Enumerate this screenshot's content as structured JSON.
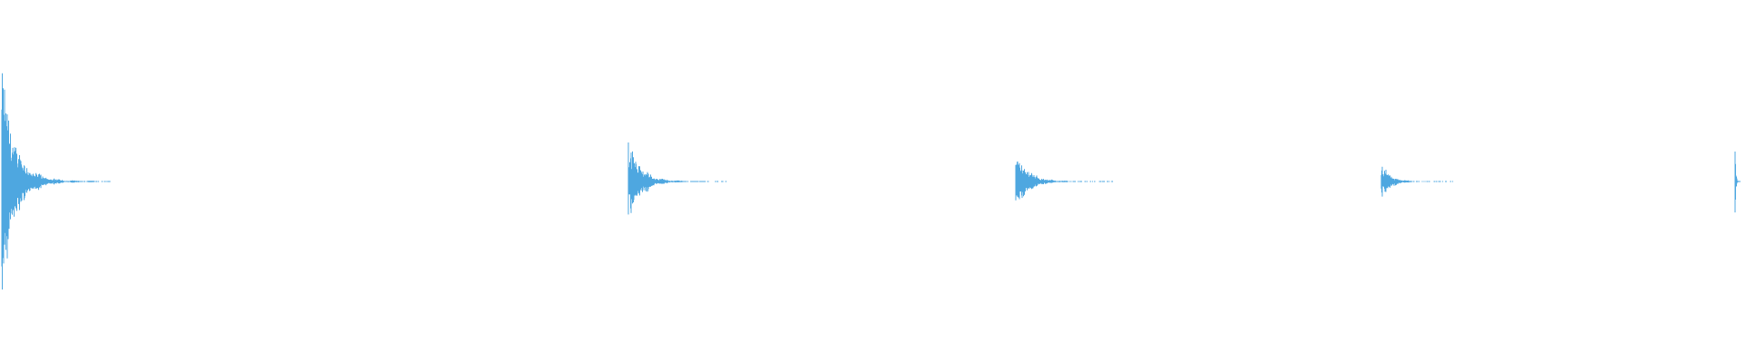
{
  "waveform": {
    "color": "#4ea7e0",
    "background": "#ffffff",
    "transients": [
      {
        "time_fraction": 0.001,
        "peak_amplitude": 0.68,
        "tail_fraction": 0.125
      },
      {
        "time_fraction": 0.36,
        "peak_amplitude": 0.26,
        "tail_fraction": 0.113
      },
      {
        "time_fraction": 0.582,
        "peak_amplitude": 0.2,
        "tail_fraction": 0.112
      },
      {
        "time_fraction": 0.791,
        "peak_amplitude": 0.11,
        "tail_fraction": 0.083
      },
      {
        "time_fraction": 0.994,
        "peak_amplitude": 0.34,
        "tail_fraction": 0.006
      }
    ]
  }
}
